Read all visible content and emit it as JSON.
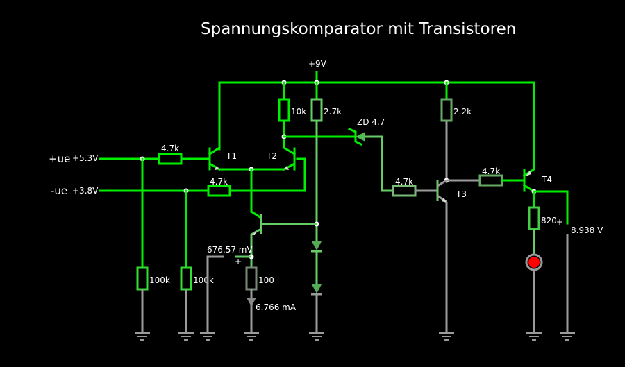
{
  "title": "Spannungskomparator mit Transistoren",
  "inputs": {
    "plus": {
      "name": "+ue",
      "voltage": "+5.3V"
    },
    "minus": {
      "name": "-ue",
      "voltage": "+3.8V"
    }
  },
  "supply": "+9V",
  "transistors": {
    "t1": "T1",
    "t2": "T2",
    "t3": "T3",
    "t4": "T4"
  },
  "resistors": {
    "r_in_plus": "4.7k",
    "r_in_minus": "4.7k",
    "r_t2_collector": "10k",
    "r_ref": "2.7k",
    "r_t3_collector": "2.2k",
    "r_t3_base": "4.7k",
    "r_t4_base": "4.7k",
    "r_led": "820",
    "r_pulldown_plus": "100k",
    "r_pulldown_minus": "100k",
    "r_emitter": "100"
  },
  "zener": "ZD 4.7",
  "measurements": {
    "emitter_voltage": "676.57 mV",
    "emitter_current": "6.766 mA",
    "output_voltage": "8.938 V",
    "plus_sign_emitter": "+",
    "plus_sign_output": "+"
  },
  "colors": {
    "wire_active": "#00ee00",
    "wire_mid": "#66cc66",
    "wire_idle": "#9a9a9a",
    "led": "#ff0000",
    "background": "#000000"
  }
}
